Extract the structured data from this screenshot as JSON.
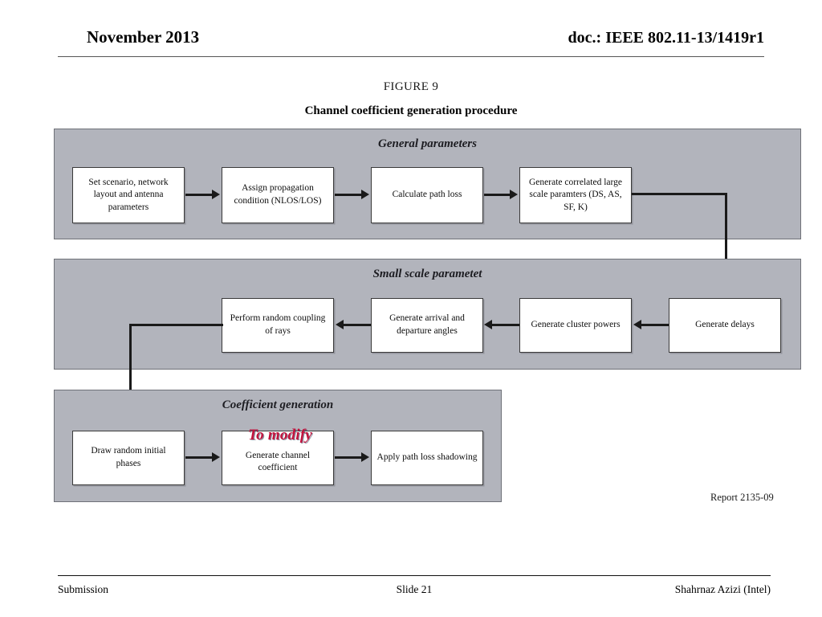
{
  "header": {
    "date": "November 2013",
    "doc": "doc.: IEEE 802.11-13/1419r1"
  },
  "figure": {
    "number": "FIGURE 9",
    "caption": "Channel coefficient generation procedure",
    "report_ref": "Report 2135-09",
    "annotation": "To modify"
  },
  "bands": [
    {
      "title": "General parameters",
      "boxes": [
        {
          "text": "Set scenario,  network layout and antenna parameters"
        },
        {
          "text": "Assign propagation condition (NLOS/LOS)"
        },
        {
          "text": "Calculate path loss"
        },
        {
          "text": "Generate correlated large scale paramters (DS, AS, SF, K)"
        }
      ]
    },
    {
      "title": "Small scale parametet",
      "boxes": [
        {
          "text": "Perform random coupling of rays"
        },
        {
          "text": "Generate arrival and departure angles"
        },
        {
          "text": "Generate cluster powers"
        },
        {
          "text": "Generate delays"
        }
      ]
    },
    {
      "title": "Coefficient generation",
      "boxes": [
        {
          "text": "Draw random initial phases"
        },
        {
          "text": "Generate channel coefficient"
        },
        {
          "text": "Apply path loss shadowing"
        }
      ]
    }
  ],
  "footer": {
    "left": "Submission",
    "center": "Slide 21",
    "right": "Shahrnaz Azizi (Intel)"
  },
  "colors": {
    "band_fill": "#b2b4bc",
    "annotation_red": "#c2123c",
    "connector": "#1a1a1a"
  }
}
